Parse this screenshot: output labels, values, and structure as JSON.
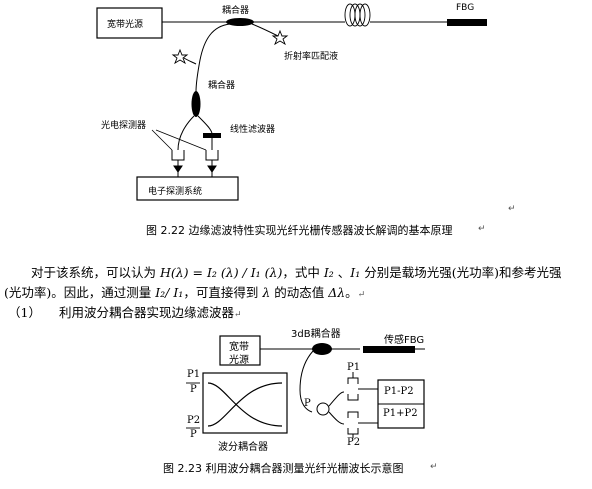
{
  "figure1": {
    "source_label": "宽带光源",
    "coupler_top_label": "耦合器",
    "fbg_label": "FBG",
    "index_match_label": "折射率匹配液",
    "coupler_mid_label": "耦合器",
    "photodetector_label": "光电探测器",
    "linear_filter_label": "线性滤波器",
    "electronic_system_label": "电子探测系统",
    "caption": "图 2.22   边缘滤波特性实现光纤光栅传感器波长解调的基本原理"
  },
  "paragraph": {
    "l1_a": "对于该系统，可以认为 ",
    "l1_formula": "H(λ) = I₂ (λ) / I₁ (λ)",
    "l1_b": "，式中 ",
    "l1_i2": "I₂",
    "l1_c": " 、",
    "l1_i1": "I₁",
    "l1_d": " 分别是载场光强(光功率)和参考光强",
    "l2_a": "(光功率)。因此，通过测量 ",
    "l2_ratio": "I₂/ I₁",
    "l2_b": "，可直接得到 ",
    "l2_lambda": "λ",
    "l2_c": " 的动态值 ",
    "l2_delta": "Δλ",
    "l2_d": "。"
  },
  "section": {
    "number": "（1）",
    "title": "利用波分耦合器实现边缘滤波器"
  },
  "figure2": {
    "coupler_3db_label": "3dB耦合器",
    "sensing_fbg_label": "传感FBG",
    "source_line1": "宽带",
    "source_line2": "光源",
    "p1_numer": "P1",
    "p1_denom": "P",
    "p2_numer": "P2",
    "p2_denom": "P",
    "wdm_label": "波分耦合器",
    "p_label": "P",
    "top_p1": "P1",
    "bottom_p2": "P2",
    "diff_label": "P1-P2",
    "sum_label": "P1+P2",
    "caption": "图 2.23   利用波分耦合器测量光纤光栅波长示意图"
  },
  "return_mark": "↵"
}
